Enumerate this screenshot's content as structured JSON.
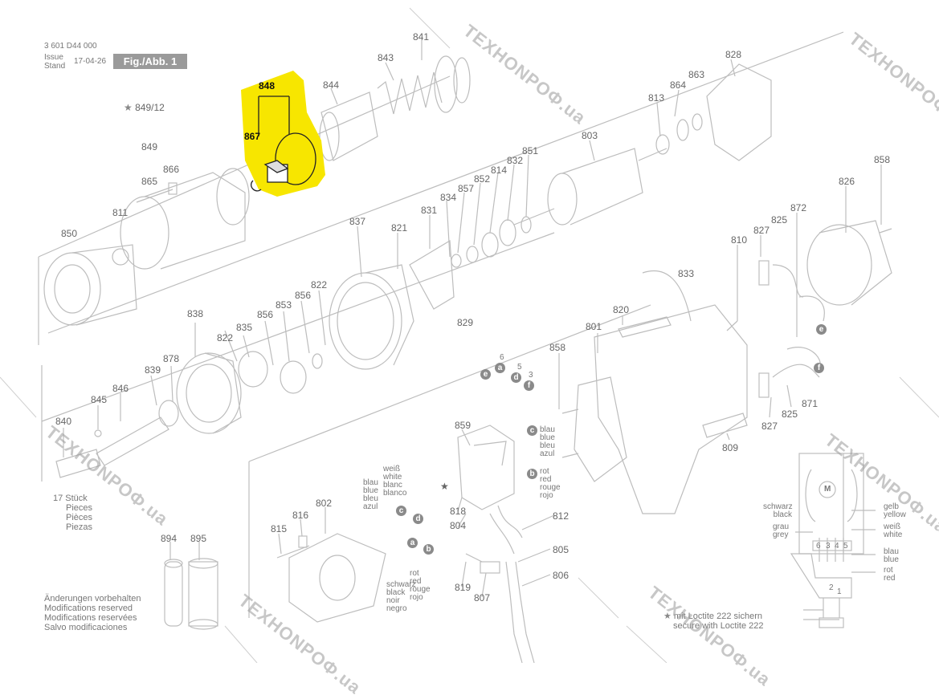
{
  "header": {
    "part_number": "3 601 D44 000",
    "issue_label": "Issue",
    "stand_label": "Stand",
    "date": "17-04-26",
    "figure": "Fig./Abb. 1"
  },
  "highlight": {
    "color": "#f7e600",
    "labels": [
      "848",
      "867"
    ]
  },
  "part_labels": {
    "p841": "841",
    "p843": "843",
    "p844": "844",
    "p848": "848",
    "p867": "867",
    "p849_12": "849/12",
    "p849": "849",
    "p865": "865",
    "p866": "866",
    "p811": "811",
    "p850": "850",
    "p828": "828",
    "p864": "864",
    "p863": "863",
    "p813": "813",
    "p803": "803",
    "p851": "851",
    "p832": "832",
    "p814": "814",
    "p852": "852",
    "p857": "857",
    "p834": "834",
    "p831": "831",
    "p837": "837",
    "p821": "821",
    "p858a": "858",
    "p826": "826",
    "p872": "872",
    "p825a": "825",
    "p827a": "827",
    "p810": "810",
    "p833": "833",
    "p822a": "822",
    "p856a": "856",
    "p853": "853",
    "p829": "829",
    "p838": "838",
    "p835": "835",
    "p822b": "822",
    "p856b": "856",
    "p878": "878",
    "p839": "839",
    "p846": "846",
    "p845": "845",
    "p840": "840",
    "p820": "820",
    "p801": "801",
    "p858b": "858",
    "p871": "871",
    "p825b": "825",
    "p827b": "827",
    "p809": "809",
    "p859": "859",
    "p818": "818",
    "p804": "804",
    "p812": "812",
    "p805": "805",
    "p806": "806",
    "p819": "819",
    "p807": "807",
    "p802": "802",
    "p816": "816",
    "p815": "815",
    "p894": "894",
    "p895": "895",
    "w6": "6",
    "w5": "5",
    "w3": "3"
  },
  "wire_markers": [
    "e",
    "a",
    "d",
    "f",
    "c",
    "b"
  ],
  "pieces_note": [
    "17 Stück",
    "Pieces",
    "Pièces",
    "Piezas"
  ],
  "wire_colors": {
    "blue": [
      "blau",
      "blue",
      "bleu",
      "azul"
    ],
    "white": [
      "weiß",
      "white",
      "blanc",
      "blanco"
    ],
    "red": [
      "rot",
      "red",
      "rouge",
      "rojo"
    ],
    "black": [
      "schwarz",
      "black",
      "noir",
      "negro"
    ]
  },
  "schematic": {
    "left_black": [
      "schwarz",
      "black"
    ],
    "left_grey": [
      "grau",
      "grey"
    ],
    "right_yellow": [
      "gelb",
      "yellow"
    ],
    "right_white": [
      "weiß",
      "white"
    ],
    "right_blue": [
      "blau",
      "blue"
    ],
    "right_red": [
      "rot",
      "red"
    ],
    "terminals": [
      "6",
      "3",
      "4",
      "5"
    ],
    "motor_symbol": "M",
    "bottom_terminals": [
      "2",
      "1"
    ]
  },
  "footer": {
    "changes": [
      "Änderungen vorbehalten",
      "Modifications reserved",
      "Modifications reservées",
      "Salvo modificaciones"
    ],
    "loctite": [
      "mit Loctite 222 sichern",
      "secure with Loctite 222"
    ]
  },
  "watermark": "TEXHONPOФ.ua"
}
